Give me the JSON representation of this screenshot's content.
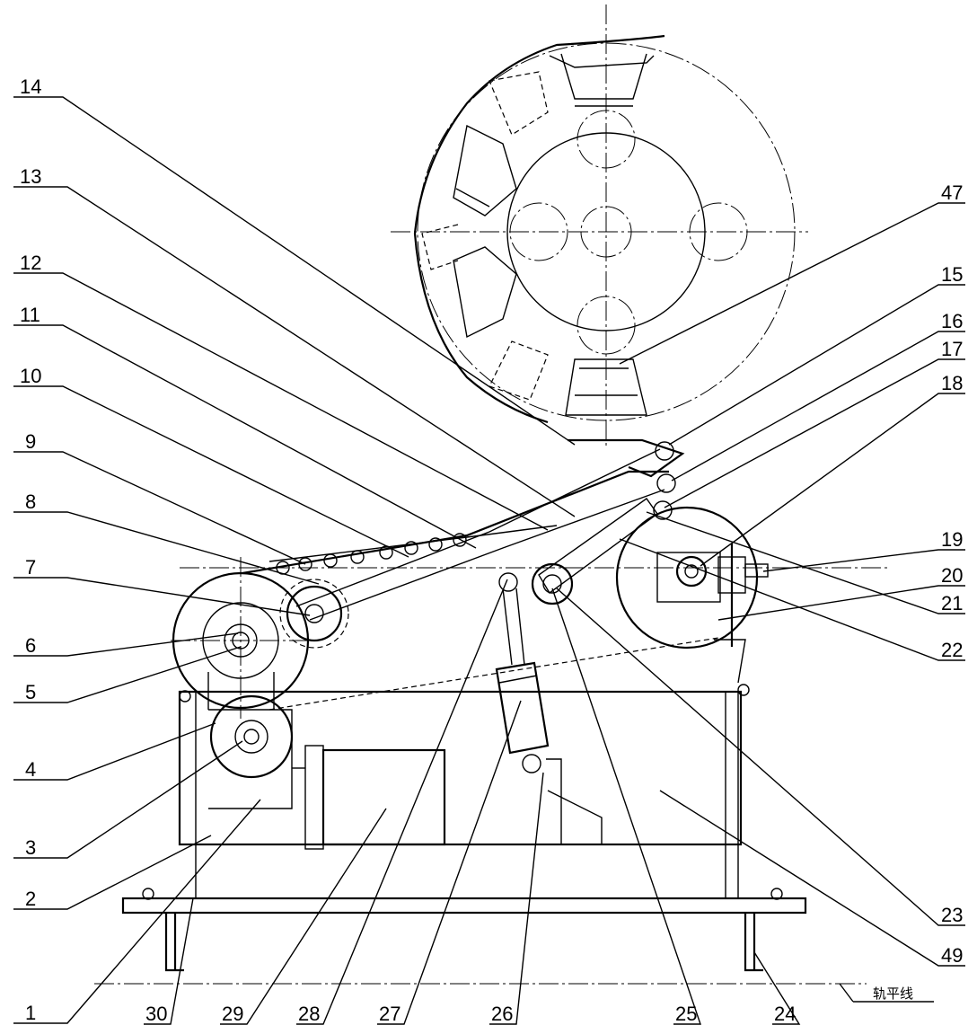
{
  "drawing": {
    "left_labels": [
      "14",
      "13",
      "12",
      "11",
      "10",
      "9",
      "8",
      "7",
      "6",
      "5",
      "4",
      "3",
      "2",
      "1"
    ],
    "right_labels": [
      "47",
      "15",
      "16",
      "17",
      "18",
      "19",
      "20",
      "21",
      "22",
      "23",
      "49"
    ],
    "bottom_labels": [
      "30",
      "29",
      "28",
      "27",
      "26",
      "25",
      "24"
    ],
    "rail_level_note": "轨平线"
  }
}
